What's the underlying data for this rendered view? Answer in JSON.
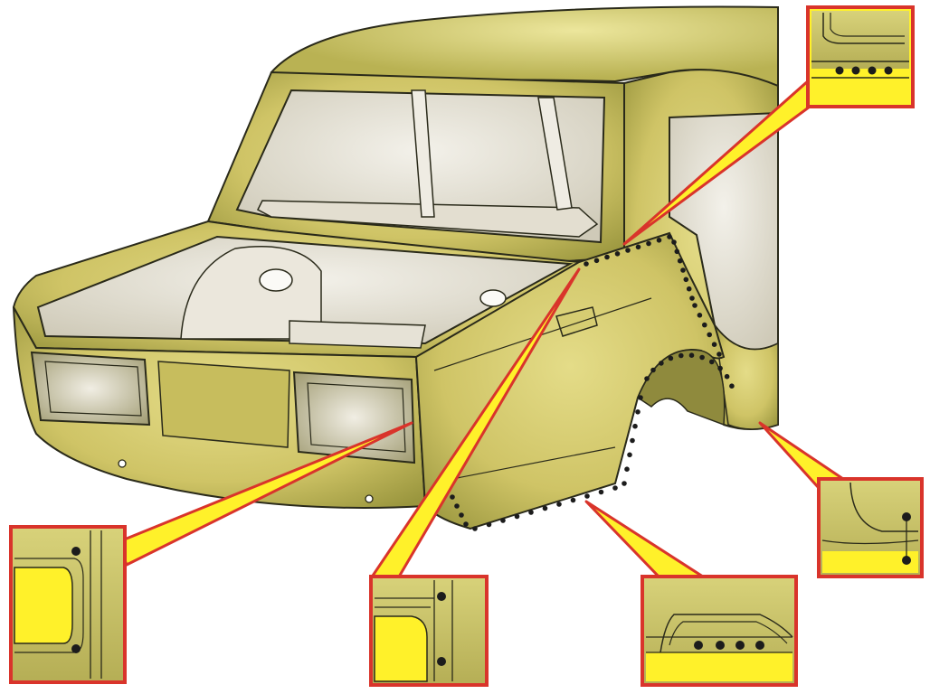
{
  "diagram": {
    "subject": "car-rear-body-weld-points",
    "colors": {
      "body": "#cfc466",
      "body_shadow": "#8e8a38",
      "interior": "#e9e5da",
      "callout_fill": "#fff12a",
      "callout_border": "#d9342b",
      "outline": "#2a2a1a",
      "weld_dot": "#1c1c1c"
    },
    "callouts": [
      {
        "id": "upper-right",
        "detail": "horizontal-weld-row",
        "weld_points": 4
      },
      {
        "id": "lower-left",
        "detail": "vertical-weld-pair",
        "weld_points": 2
      },
      {
        "id": "lower-center-left",
        "detail": "vertical-weld-pair",
        "weld_points": 2
      },
      {
        "id": "lower-center-right",
        "detail": "horizontal-weld-row",
        "weld_points": 4
      },
      {
        "id": "lower-right",
        "detail": "vertical-weld-pair",
        "weld_points": 2
      }
    ]
  }
}
